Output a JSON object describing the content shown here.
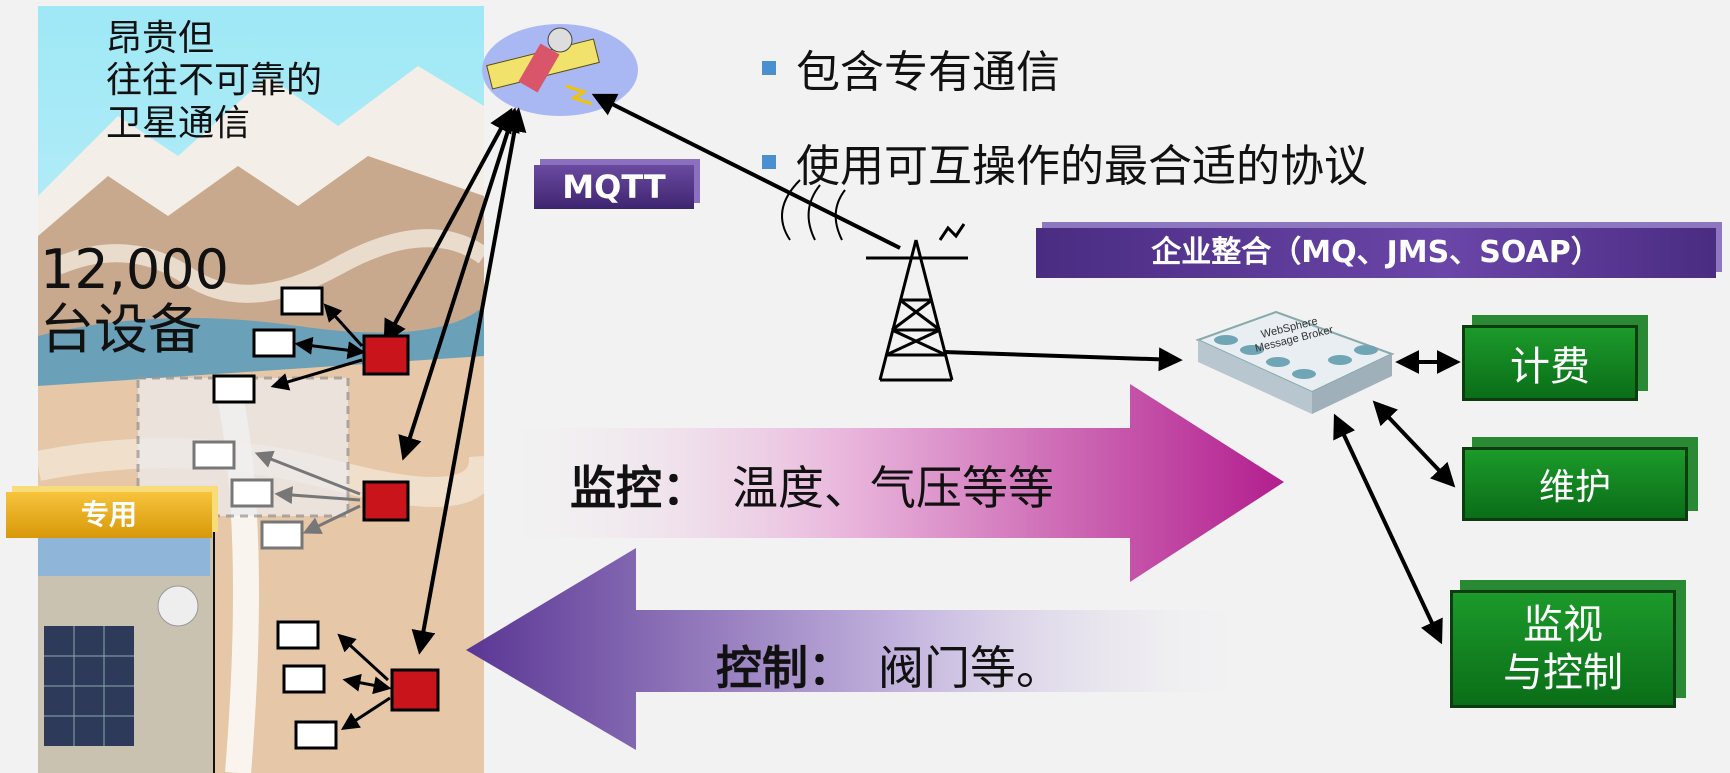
{
  "satellite_caption": [
    "昂贵但",
    "往往不可靠的",
    "卫星通信"
  ],
  "device_caption": [
    "12,000",
    "台设备"
  ],
  "bullets": [
    "包含专有通信",
    "使用可互操作的最合适的协议"
  ],
  "mqtt_label": "MQTT",
  "enterprise_label": "企业整合（MQ、JMS、SOAP）",
  "dedicated_label": "专用",
  "broker_label": [
    "WebSphere",
    "Message Broker"
  ],
  "monitor_arrow": {
    "title": "监控：",
    "text": "温度、气压等等"
  },
  "control_arrow": {
    "title": "控制：",
    "text": "阀门等。"
  },
  "systems": {
    "billing": "计费",
    "maintenance": "维护",
    "monitor_control": [
      "监视",
      "与控制"
    ]
  },
  "colors": {
    "purple": "#5a3694",
    "magenta": "#b21e8e",
    "green": "#16881f",
    "device_red": "#c8141a",
    "gold": "#e7ad1c"
  }
}
